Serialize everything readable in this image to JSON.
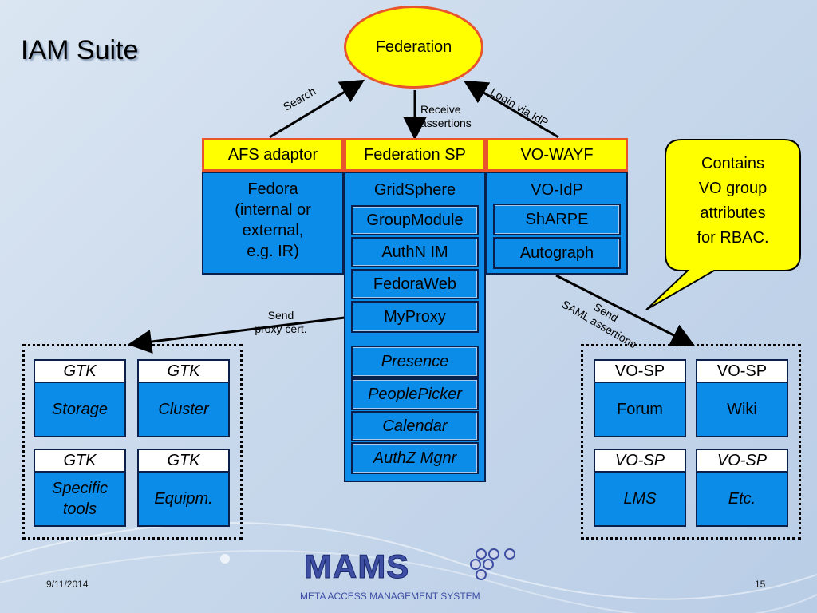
{
  "title": "IAM Suite",
  "federation": "Federation",
  "arrows": {
    "search": "Search",
    "receive_line1": "Receive",
    "receive_line2": "assertions",
    "login": "Login via IdP",
    "send_proxy_line1": "Send",
    "send_proxy_line2": "proxy cert.",
    "send_saml_line1": "Send",
    "send_saml_line2": "SAML assertions"
  },
  "headers": {
    "afs": "AFS adaptor",
    "fedsp": "Federation SP",
    "vowayf": "VO-WAYF"
  },
  "fedora": {
    "line1": "Fedora",
    "line2": "(internal or",
    "line3": "external,",
    "line4": "e.g. IR)"
  },
  "center": {
    "gridsphere": "GridSphere",
    "modules": [
      "GroupModule",
      "AuthN IM",
      "FedoraWeb",
      "MyProxy"
    ],
    "italic_modules": [
      "Presence",
      "PeoplePicker",
      "Calendar",
      "AuthZ Mgnr"
    ]
  },
  "voidp": {
    "title": "VO-IdP",
    "modules": [
      "ShARPE",
      "Autograph"
    ]
  },
  "callout": {
    "line1": "Contains",
    "line2": "VO group",
    "line3": "attributes",
    "line4": "for RBAC."
  },
  "left_cards": [
    {
      "head": "GTK",
      "body": "Storage"
    },
    {
      "head": "GTK",
      "body": "Cluster"
    },
    {
      "head": "GTK",
      "body_l1": "Specific",
      "body_l2": "tools"
    },
    {
      "head": "GTK",
      "body": "Equipm."
    }
  ],
  "right_cards": [
    {
      "head": "VO-SP",
      "body": "Forum"
    },
    {
      "head": "VO-SP",
      "body": "Wiki"
    },
    {
      "head": "VO-SP",
      "body": "LMS"
    },
    {
      "head": "VO-SP",
      "body": "Etc."
    }
  ],
  "footer": {
    "date": "9/11/2014",
    "page": "15",
    "logo": "MAMS",
    "logo_sub": "META ACCESS MANAGEMENT SYSTEM"
  },
  "colors": {
    "yellow": "#ffff00",
    "orange_border": "#e8542c",
    "blue_box": "#0b8ce9",
    "navy_border": "#0a1f4a",
    "logo_blue": "#3d4ea3"
  }
}
